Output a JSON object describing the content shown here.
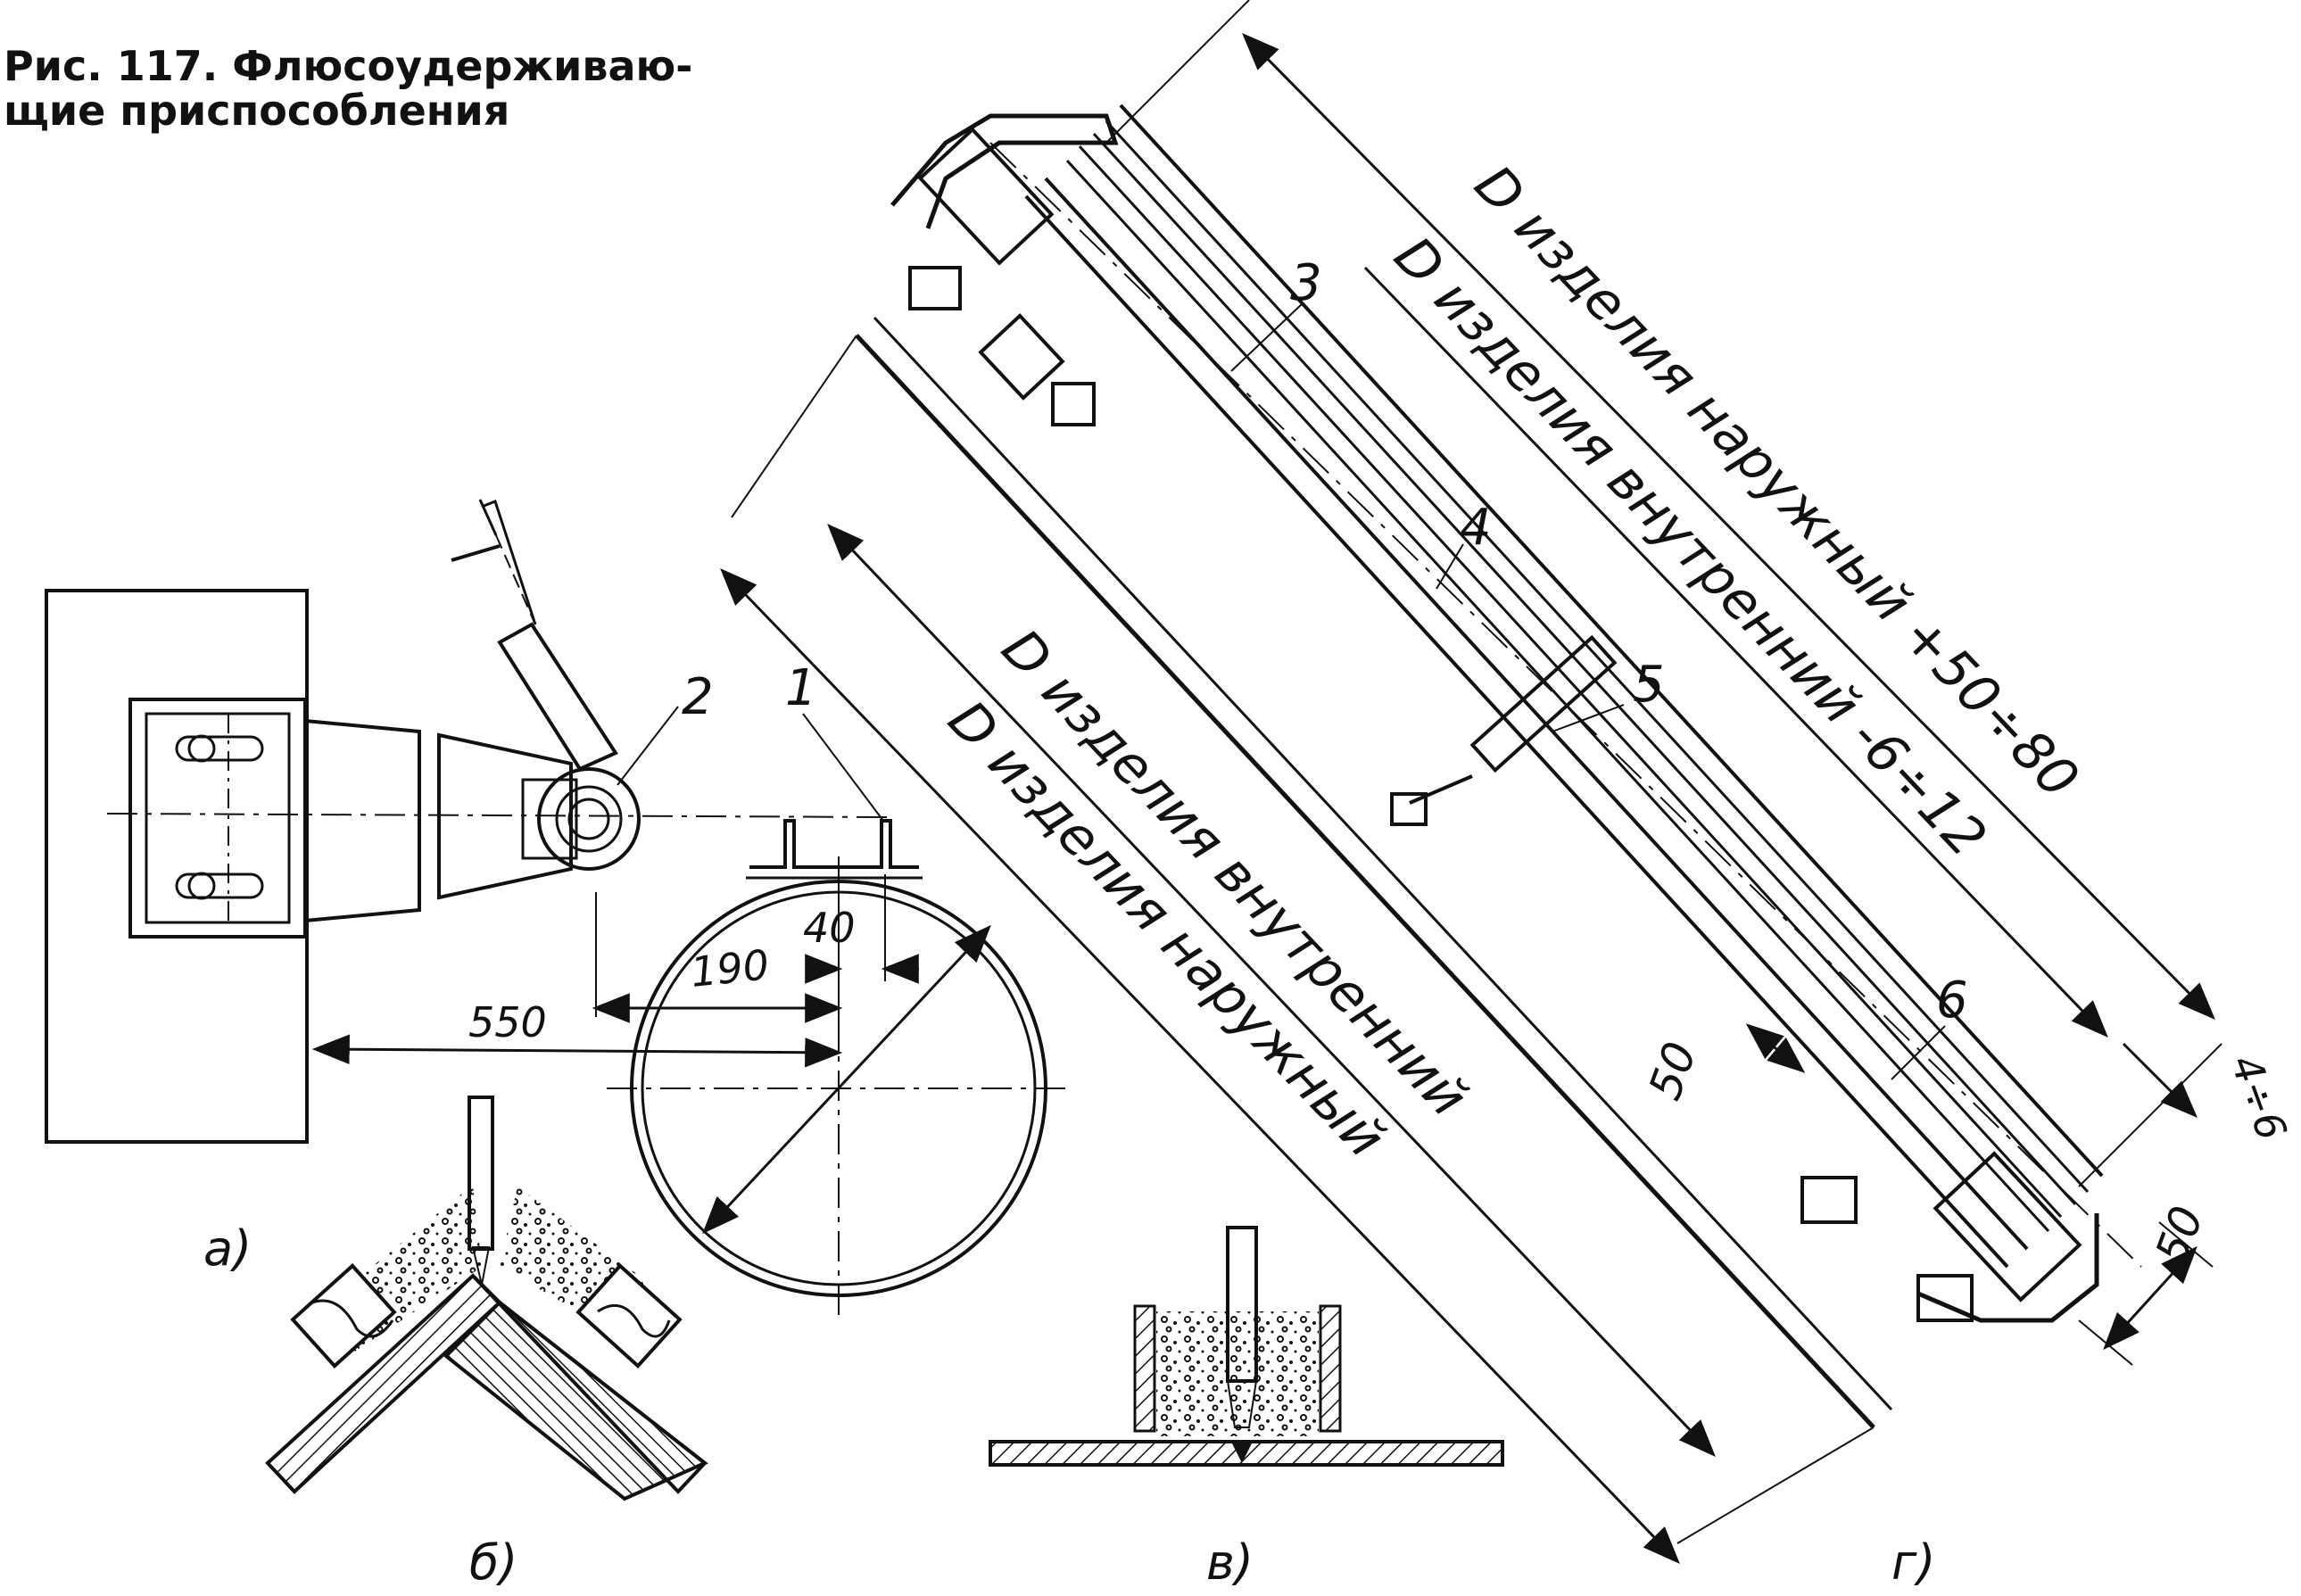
{
  "caption": {
    "line1": "Рис. 117. Флюсоудерживаю-",
    "line2": "щие приспособления"
  },
  "views": {
    "a": "а)",
    "b": "б)",
    "v": "в)",
    "g": "г)"
  },
  "view_a": {
    "dims": {
      "d550": "550",
      "d190": "190",
      "d40": "40"
    },
    "labels": {
      "p1": "1",
      "p2": "2"
    }
  },
  "view_g": {
    "dims": {
      "outer_plus": "D изделия наружный +50÷80",
      "inner_minus": "D изделия внутренний -6÷12",
      "inner": "D изделия внутренний",
      "outer": "D изделия наружный",
      "d50a": "50",
      "d50b": "50",
      "d4_6": "4÷6"
    },
    "labels": {
      "p3": "3",
      "p4": "4",
      "p5": "5",
      "p6": "6"
    }
  }
}
